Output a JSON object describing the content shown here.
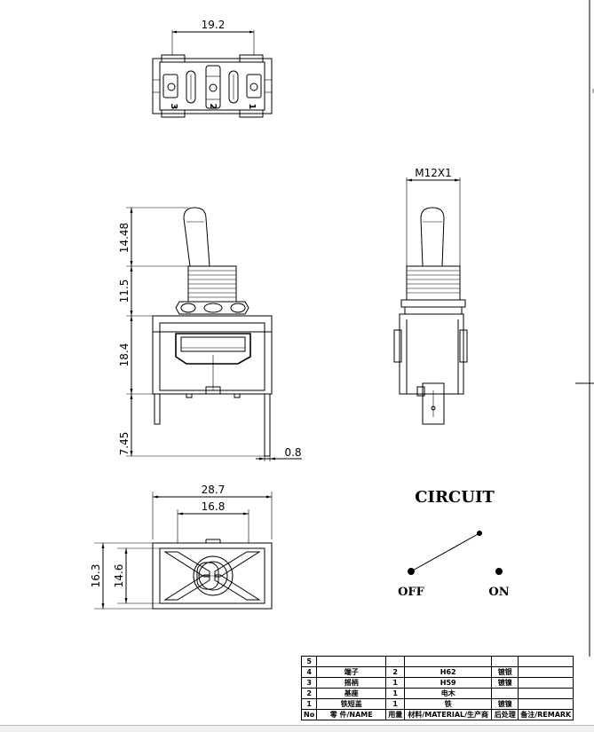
{
  "dimensions": {
    "top_width": "19.2",
    "toggle_height": "14.48",
    "bushing_height": "11.5",
    "body_height": "18.4",
    "terminal_length": "7.45",
    "terminal_thickness": "0.8",
    "thread": "M12X1",
    "base_width_outer": "28.7",
    "base_width_inner": "16.8",
    "base_depth_outer": "16.3",
    "base_depth_inner": "14.6"
  },
  "pins": [
    "3",
    "2",
    "1"
  ],
  "circuit": {
    "title": "CIRCUIT",
    "off_label": "OFF",
    "on_label": "ON"
  },
  "bom": {
    "rows": [
      [
        "5",
        "",
        "",
        "",
        "",
        ""
      ],
      [
        "4",
        "端子",
        "2",
        "H62",
        "镀银",
        ""
      ],
      [
        "3",
        "摇柄",
        "1",
        "H59",
        "镀镍",
        ""
      ],
      [
        "2",
        "基座",
        "1",
        "电木",
        "",
        ""
      ],
      [
        "1",
        "铁短盖",
        "1",
        "铁",
        "镀镍",
        ""
      ]
    ],
    "header": [
      "No",
      "零 件/NAME",
      "用量",
      "材料/MATERIAL/生产商",
      "后处理",
      "备注/REMARK"
    ]
  }
}
